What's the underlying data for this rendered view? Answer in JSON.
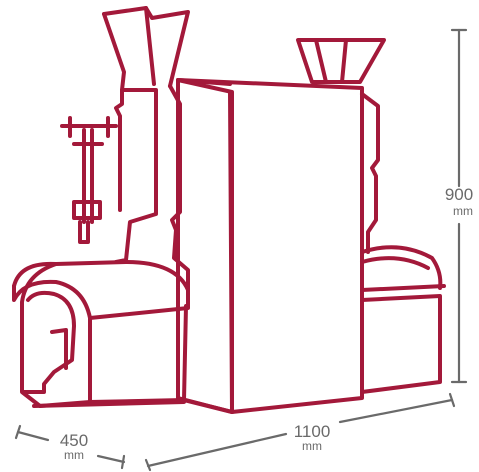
{
  "illustration": {
    "subject": "coffee-roaster",
    "stroke_color": "#a3193a",
    "dimension_color": "#6a6a6a"
  },
  "dimensions": {
    "height": {
      "value": "900",
      "unit": "mm"
    },
    "width": {
      "value": "1100",
      "unit": "mm"
    },
    "depth": {
      "value": "450",
      "unit": "mm"
    }
  }
}
